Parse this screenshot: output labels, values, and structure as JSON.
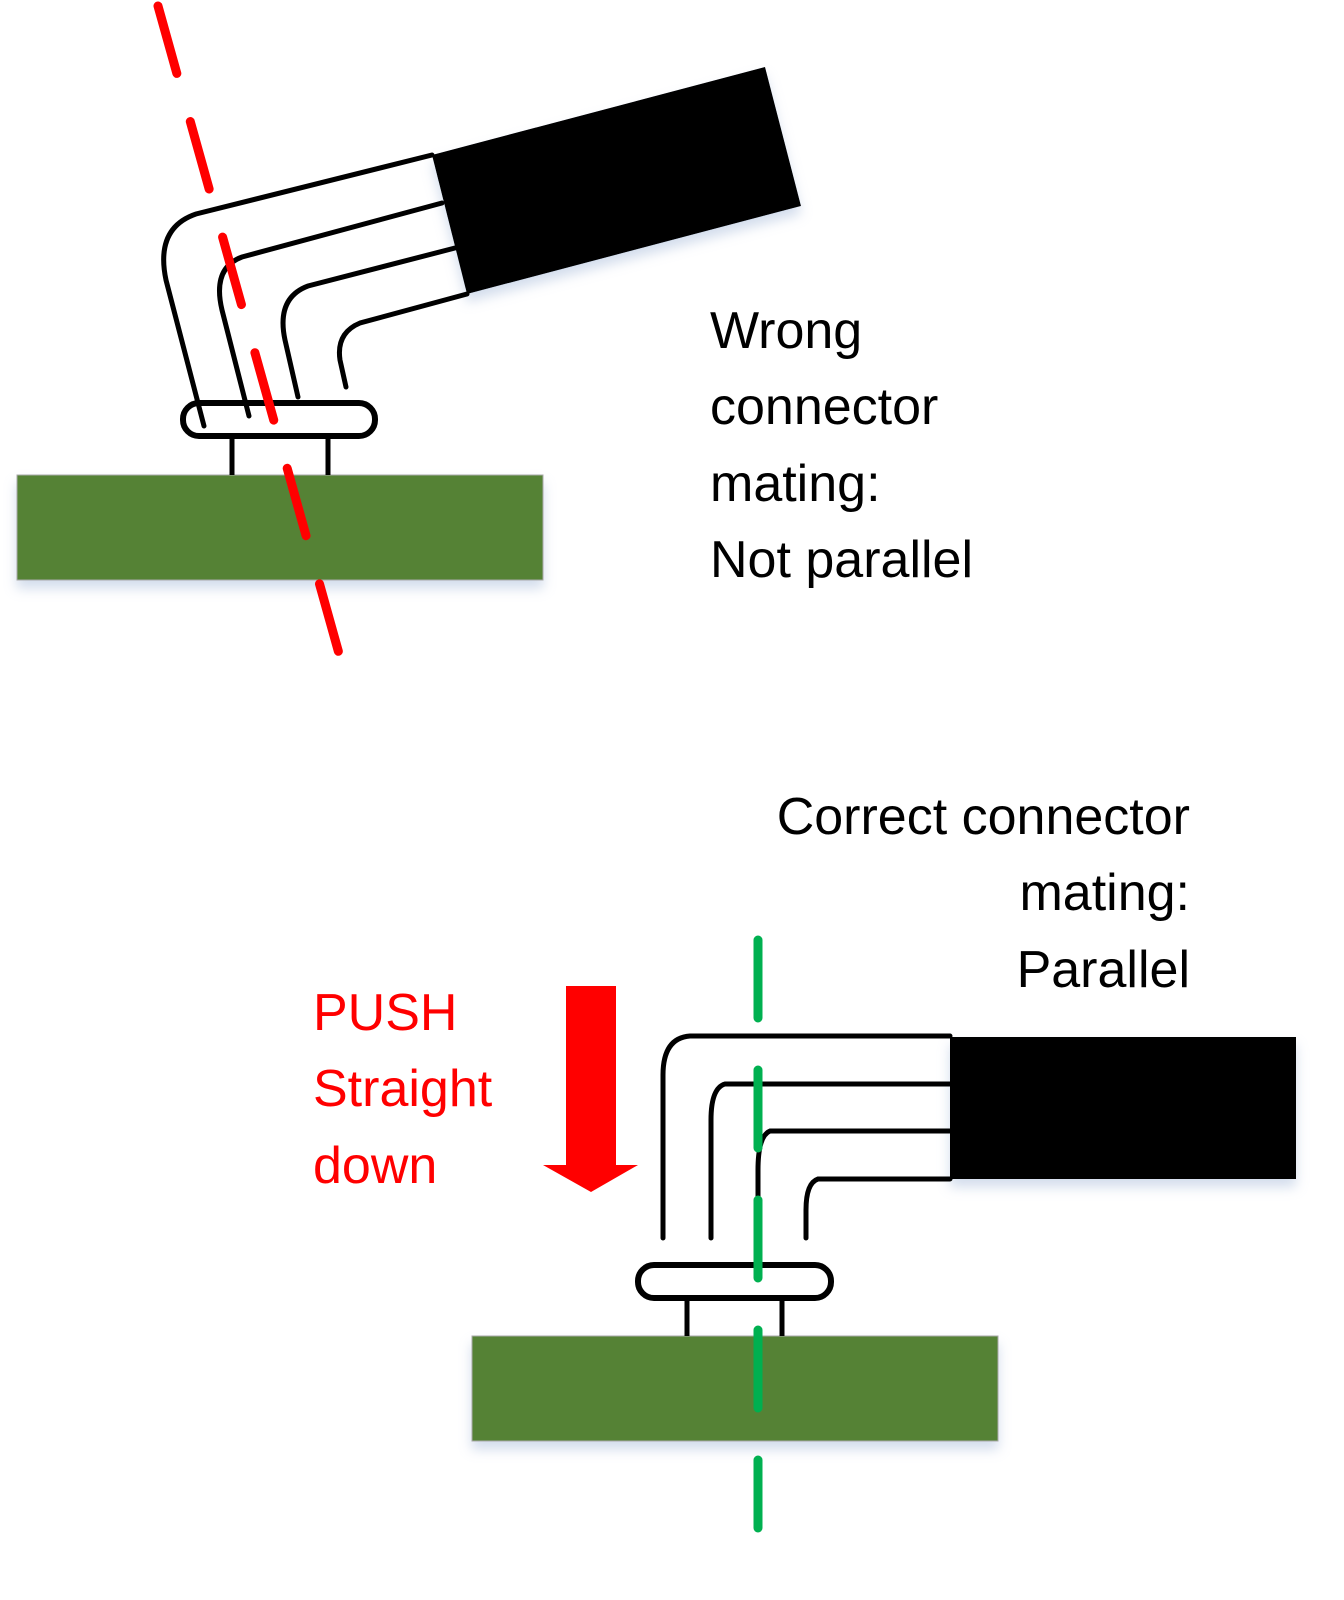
{
  "wrong": {
    "caption_lines": [
      "Wrong",
      "connector",
      "mating:",
      "Not parallel"
    ],
    "axis_color": "#ff0000"
  },
  "correct": {
    "caption_lines": [
      "Correct connector",
      "mating:",
      "Parallel"
    ],
    "axis_color": "#00b050"
  },
  "instruction": {
    "lines": [
      "PUSH",
      "Straight",
      "down"
    ],
    "color": "#ff0000",
    "arrow_icon": "down-arrow-icon"
  },
  "colors": {
    "pcb": "#548235",
    "cable": "#000000",
    "wire": "#000000"
  }
}
